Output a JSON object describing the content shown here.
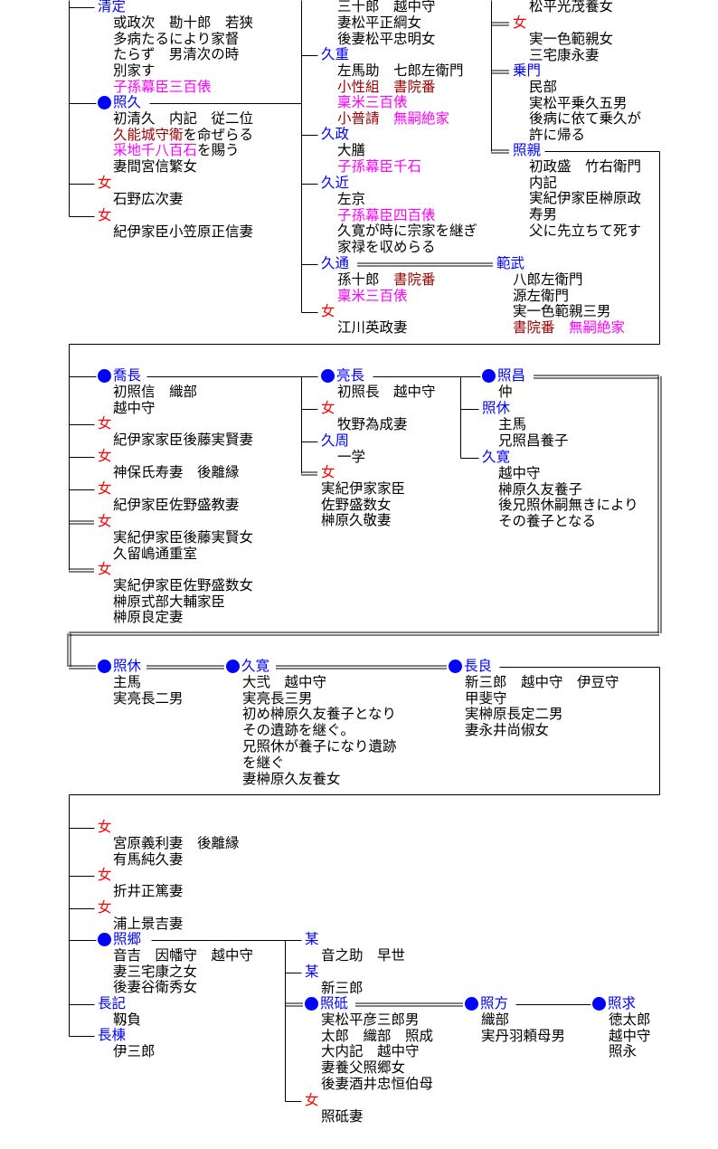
{
  "colors": {
    "k": "#000000",
    "r": "#990000",
    "m": "#ff00ff",
    "b": "#0000ff",
    "f": "#ff0000"
  },
  "persons": [
    {
      "name": null,
      "lines": [
        [
          {
            "t": "三十郎　越中守",
            "c": "k"
          }
        ],
        [
          {
            "t": "妻松平正綱女",
            "c": "k"
          }
        ],
        [
          {
            "t": "後妻松平忠明女",
            "c": "k"
          }
        ]
      ]
    },
    {
      "name": null,
      "lines": [
        [
          {
            "t": "松平光茂養女",
            "c": "k"
          }
        ]
      ]
    },
    {
      "name": "清定",
      "nc": "b",
      "lines": [
        [
          {
            "t": "或政次　勘十郎　若狭",
            "c": "k"
          }
        ],
        [
          {
            "t": "多病たるにより家督",
            "c": "k"
          }
        ],
        [
          {
            "t": "たらず　男清次の時",
            "c": "k"
          }
        ],
        [
          {
            "t": "別家す",
            "c": "k"
          }
        ],
        [
          {
            "t": "子孫幕臣三百俵",
            "c": "m"
          }
        ]
      ]
    },
    {
      "name": "照久",
      "nc": "b",
      "dot": true,
      "lines": [
        [
          {
            "t": "初清久　内記　従二位",
            "c": "k"
          }
        ],
        [
          {
            "t": "久能城守衛",
            "c": "r"
          },
          {
            "t": "を命ぜらる",
            "c": "k"
          }
        ],
        [
          {
            "t": "采地千八百石",
            "c": "m"
          },
          {
            "t": "を賜う",
            "c": "k"
          }
        ],
        [
          {
            "t": "妻間宮信繁女",
            "c": "k"
          }
        ]
      ]
    },
    {
      "name": "女",
      "nc": "f",
      "lines": [
        [
          {
            "t": "石野広次妻",
            "c": "k"
          }
        ]
      ]
    },
    {
      "name": "女",
      "nc": "f",
      "lines": [
        [
          {
            "t": "紀伊家臣小笠原正信妻",
            "c": "k"
          }
        ]
      ]
    },
    {
      "name": "久重",
      "nc": "b",
      "lines": [
        [
          {
            "t": "左馬助　七郎左衛門",
            "c": "k"
          }
        ],
        [
          {
            "t": "小性組　書院番",
            "c": "r"
          }
        ],
        [
          {
            "t": "稟米三百俵",
            "c": "m"
          }
        ],
        [
          {
            "t": "小普請　",
            "c": "r"
          },
          {
            "t": "無嗣絶家",
            "c": "m"
          }
        ]
      ]
    },
    {
      "name": "久政",
      "nc": "b",
      "lines": [
        [
          {
            "t": "大膳",
            "c": "k"
          }
        ],
        [
          {
            "t": "子孫幕臣千石",
            "c": "m"
          }
        ]
      ]
    },
    {
      "name": "久近",
      "nc": "b",
      "lines": [
        [
          {
            "t": "左京",
            "c": "k"
          }
        ],
        [
          {
            "t": "子孫幕臣四百俵",
            "c": "m"
          }
        ],
        [
          {
            "t": "久寛が時に宗家を継ぎ",
            "c": "k"
          }
        ],
        [
          {
            "t": "家禄を収めらる",
            "c": "k"
          }
        ]
      ]
    },
    {
      "name": "久通",
      "nc": "b",
      "lines": [
        [
          {
            "t": "孫十郎　",
            "c": "k"
          },
          {
            "t": "書院番",
            "c": "r"
          }
        ],
        [
          {
            "t": "稟米三百俵",
            "c": "m"
          }
        ]
      ]
    },
    {
      "name": "女",
      "nc": "f",
      "lines": [
        [
          {
            "t": "江川英政妻",
            "c": "k"
          }
        ]
      ]
    },
    {
      "name": "女",
      "nc": "f",
      "lines": [
        [
          {
            "t": "実一色範親女",
            "c": "k"
          }
        ],
        [
          {
            "t": "三宅康永妻",
            "c": "k"
          }
        ]
      ]
    },
    {
      "name": "乗門",
      "nc": "b",
      "lines": [
        [
          {
            "t": "民部",
            "c": "k"
          }
        ],
        [
          {
            "t": "実松平乗久五男",
            "c": "k"
          }
        ],
        [
          {
            "t": "後病に依て乗久が",
            "c": "k"
          }
        ],
        [
          {
            "t": "許に帰る",
            "c": "k"
          }
        ]
      ]
    },
    {
      "name": "照親",
      "nc": "b",
      "lines": [
        [
          {
            "t": "初政盛　竹右衛門",
            "c": "k"
          }
        ],
        [
          {
            "t": "内記",
            "c": "k"
          }
        ],
        [
          {
            "t": "実紀伊家臣榊原政",
            "c": "k"
          }
        ],
        [
          {
            "t": "寿男",
            "c": "k"
          }
        ],
        [
          {
            "t": "父に先立ちて死す",
            "c": "k"
          }
        ]
      ]
    },
    {
      "name": "範武",
      "nc": "b",
      "lines": [
        [
          {
            "t": "八郎左衛門",
            "c": "k"
          }
        ],
        [
          {
            "t": "源左衛門",
            "c": "k"
          }
        ],
        [
          {
            "t": "実一色範親三男",
            "c": "k"
          }
        ],
        [
          {
            "t": "書院番　",
            "c": "r"
          },
          {
            "t": "無嗣絶家",
            "c": "m"
          }
        ]
      ]
    },
    {
      "name": "喬長",
      "nc": "b",
      "dot": true,
      "lines": [
        [
          {
            "t": "初照信　織部",
            "c": "k"
          }
        ],
        [
          {
            "t": "越中守",
            "c": "k"
          }
        ]
      ]
    },
    {
      "name": "女",
      "nc": "f",
      "lines": [
        [
          {
            "t": "紀伊家家臣後藤実賢妻",
            "c": "k"
          }
        ]
      ]
    },
    {
      "name": "女",
      "nc": "f",
      "lines": [
        [
          {
            "t": "神保氏寿妻　後離縁",
            "c": "k"
          }
        ]
      ]
    },
    {
      "name": "女",
      "nc": "f",
      "lines": [
        [
          {
            "t": "紀伊家臣佐野盛教妻",
            "c": "k"
          }
        ]
      ]
    },
    {
      "name": "女",
      "nc": "f",
      "lines": [
        [
          {
            "t": "実紀伊家臣後藤実賢女",
            "c": "k"
          }
        ],
        [
          {
            "t": "久留嶋通重室",
            "c": "k"
          }
        ]
      ]
    },
    {
      "name": "女",
      "nc": "f",
      "lines": [
        [
          {
            "t": "実紀伊家臣佐野盛数女",
            "c": "k"
          }
        ],
        [
          {
            "t": "榊原式部大輔家臣",
            "c": "k"
          }
        ],
        [
          {
            "t": "榊原良定妻",
            "c": "k"
          }
        ]
      ]
    },
    {
      "name": "亮長",
      "nc": "b",
      "dot": true,
      "lines": [
        [
          {
            "t": "初照長　越中守",
            "c": "k"
          }
        ]
      ]
    },
    {
      "name": "女",
      "nc": "f",
      "lines": [
        [
          {
            "t": "牧野為成妻",
            "c": "k"
          }
        ]
      ]
    },
    {
      "name": "久周",
      "nc": "b",
      "lines": [
        [
          {
            "t": "一学",
            "c": "k"
          }
        ]
      ]
    },
    {
      "name": "女",
      "nc": "f",
      "lines": [
        [
          {
            "t": "実紀伊家家臣",
            "c": "k"
          }
        ],
        [
          {
            "t": "佐野盛数女",
            "c": "k"
          }
        ],
        [
          {
            "t": "榊原久敬妻",
            "c": "k"
          }
        ]
      ]
    },
    {
      "name": "照昌",
      "nc": "b",
      "dot": true,
      "lines": [
        [
          {
            "t": "仲",
            "c": "k"
          }
        ]
      ]
    },
    {
      "name": "照休",
      "nc": "b",
      "lines": [
        [
          {
            "t": "主馬",
            "c": "k"
          }
        ],
        [
          {
            "t": "兄照昌養子",
            "c": "k"
          }
        ]
      ]
    },
    {
      "name": "久寛",
      "nc": "b",
      "lines": [
        [
          {
            "t": "越中守",
            "c": "k"
          }
        ],
        [
          {
            "t": "榊原久友養子",
            "c": "k"
          }
        ],
        [
          {
            "t": "後兄照休嗣無きにより",
            "c": "k"
          }
        ],
        [
          {
            "t": "その養子となる",
            "c": "k"
          }
        ]
      ]
    },
    {
      "name": "照休",
      "nc": "b",
      "dot": true,
      "lines": [
        [
          {
            "t": "主馬",
            "c": "k"
          }
        ],
        [
          {
            "t": "実亮長二男",
            "c": "k"
          }
        ]
      ]
    },
    {
      "name": "久寛",
      "nc": "b",
      "dot": true,
      "lines": [
        [
          {
            "t": "大弐　越中守",
            "c": "k"
          }
        ],
        [
          {
            "t": "実亮長三男",
            "c": "k"
          }
        ],
        [
          {
            "t": "初め榊原久友養子となり",
            "c": "k"
          }
        ],
        [
          {
            "t": "その遺跡を継ぐ。",
            "c": "k"
          }
        ],
        [
          {
            "t": "兄照休が養子になり遺跡",
            "c": "k"
          }
        ],
        [
          {
            "t": "を継ぐ",
            "c": "k"
          }
        ],
        [
          {
            "t": "妻榊原久友養女",
            "c": "k"
          }
        ]
      ]
    },
    {
      "name": "長良",
      "nc": "b",
      "dot": true,
      "lines": [
        [
          {
            "t": "新三郎　越中守　伊豆守",
            "c": "k"
          }
        ],
        [
          {
            "t": "甲斐守",
            "c": "k"
          }
        ],
        [
          {
            "t": "実榊原長定二男",
            "c": "k"
          }
        ],
        [
          {
            "t": "妻永井尚俶女",
            "c": "k"
          }
        ]
      ]
    },
    {
      "name": "女",
      "nc": "f",
      "lines": [
        [
          {
            "t": "宮原義利妻　後離縁",
            "c": "k"
          }
        ],
        [
          {
            "t": "有馬純久妻",
            "c": "k"
          }
        ]
      ]
    },
    {
      "name": "女",
      "nc": "f",
      "lines": [
        [
          {
            "t": "折井正篤妻",
            "c": "k"
          }
        ]
      ]
    },
    {
      "name": "女",
      "nc": "f",
      "lines": [
        [
          {
            "t": "浦上景吉妻",
            "c": "k"
          }
        ]
      ]
    },
    {
      "name": "照郷",
      "nc": "b",
      "dot": true,
      "lines": [
        [
          {
            "t": "音吉　因幡守　越中守",
            "c": "k"
          }
        ],
        [
          {
            "t": "妻三宅康之女",
            "c": "k"
          }
        ],
        [
          {
            "t": "後妻谷衛秀女",
            "c": "k"
          }
        ]
      ]
    },
    {
      "name": "長記",
      "nc": "b",
      "lines": [
        [
          {
            "t": "靱負",
            "c": "k"
          }
        ]
      ]
    },
    {
      "name": "長棟",
      "nc": "b",
      "lines": [
        [
          {
            "t": "伊三郎",
            "c": "k"
          }
        ]
      ]
    },
    {
      "name": "某",
      "nc": "b",
      "lines": [
        [
          {
            "t": "音之助　早世",
            "c": "k"
          }
        ]
      ]
    },
    {
      "name": "某",
      "nc": "b",
      "lines": [
        [
          {
            "t": "新三郎",
            "c": "k"
          }
        ]
      ]
    },
    {
      "name": "照砥",
      "nc": "b",
      "dot": true,
      "lines": [
        [
          {
            "t": "実松平彦三郎男",
            "c": "k"
          }
        ],
        [
          {
            "t": "太郎　織部　照成",
            "c": "k"
          }
        ],
        [
          {
            "t": "大内記　越中守",
            "c": "k"
          }
        ],
        [
          {
            "t": "妻養父照郷女",
            "c": "k"
          }
        ],
        [
          {
            "t": "後妻酒井忠恒伯母",
            "c": "k"
          }
        ]
      ]
    },
    {
      "name": "女",
      "nc": "f",
      "lines": [
        [
          {
            "t": "照砥妻",
            "c": "k"
          }
        ]
      ]
    },
    {
      "name": "照方",
      "nc": "b",
      "dot": true,
      "lines": [
        [
          {
            "t": "織部",
            "c": "k"
          }
        ],
        [
          {
            "t": "実丹羽頼母男",
            "c": "k"
          }
        ]
      ]
    },
    {
      "name": "照求",
      "nc": "b",
      "dot": true,
      "lines": [
        [
          {
            "t": "徳太郎",
            "c": "k"
          }
        ],
        [
          {
            "t": "越中守",
            "c": "k"
          }
        ],
        [
          {
            "t": "照永",
            "c": "k"
          }
        ]
      ]
    }
  ]
}
